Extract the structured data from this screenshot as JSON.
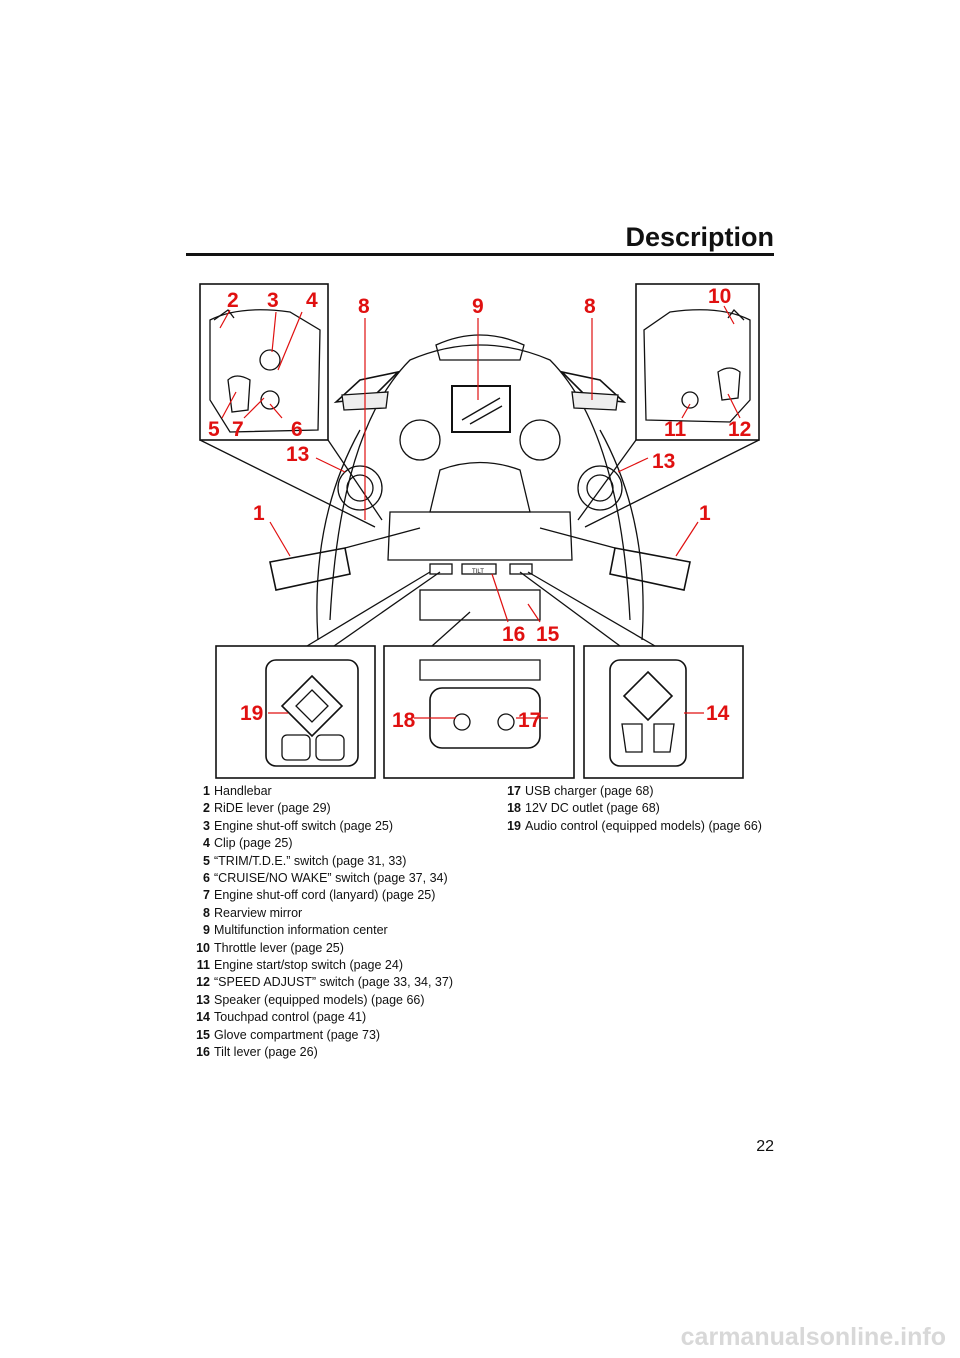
{
  "header": {
    "title": "Description"
  },
  "figure": {
    "tilt_label": "TILT",
    "callouts": [
      "2",
      "3",
      "4",
      "5",
      "7",
      "6",
      "8",
      "9",
      "8",
      "10",
      "11",
      "12",
      "13",
      "13",
      "1",
      "1",
      "16",
      "15",
      "19",
      "18",
      "17",
      "14"
    ]
  },
  "legend": {
    "left": [
      {
        "num": "1",
        "text": "Handlebar"
      },
      {
        "num": "2",
        "text": "RiDE lever (page 29)"
      },
      {
        "num": "3",
        "text": "Engine shut-off switch (page 25)"
      },
      {
        "num": "4",
        "text": "Clip (page 25)"
      },
      {
        "num": "5",
        "text": "“TRIM/T.D.E.” switch (page 31, 33)"
      },
      {
        "num": "6",
        "text": "“CRUISE/NO WAKE” switch (page 37, 34)"
      },
      {
        "num": "7",
        "text": "Engine shut-off cord (lanyard) (page 25)"
      },
      {
        "num": "8",
        "text": "Rearview mirror"
      },
      {
        "num": "9",
        "text": "Multifunction information center"
      },
      {
        "num": "10",
        "text": "Throttle lever (page 25)"
      },
      {
        "num": "11",
        "text": "Engine start/stop switch (page 24)"
      },
      {
        "num": "12",
        "text": "“SPEED ADJUST” switch (page 33, 34, 37)"
      },
      {
        "num": "13",
        "text": "Speaker (equipped models) (page 66)"
      },
      {
        "num": "14",
        "text": "Touchpad control (page 41)"
      },
      {
        "num": "15",
        "text": "Glove compartment (page 73)"
      },
      {
        "num": "16",
        "text": "Tilt lever (page 26)"
      }
    ],
    "right": [
      {
        "num": "17",
        "text": "USB charger (page 68)"
      },
      {
        "num": "18",
        "text": "12V DC outlet (page 68)"
      },
      {
        "num": "19",
        "text": "Audio control (equipped models) (page 66)"
      }
    ]
  },
  "footer": {
    "page_number": "22",
    "watermark": "carmanualsonline.info"
  }
}
